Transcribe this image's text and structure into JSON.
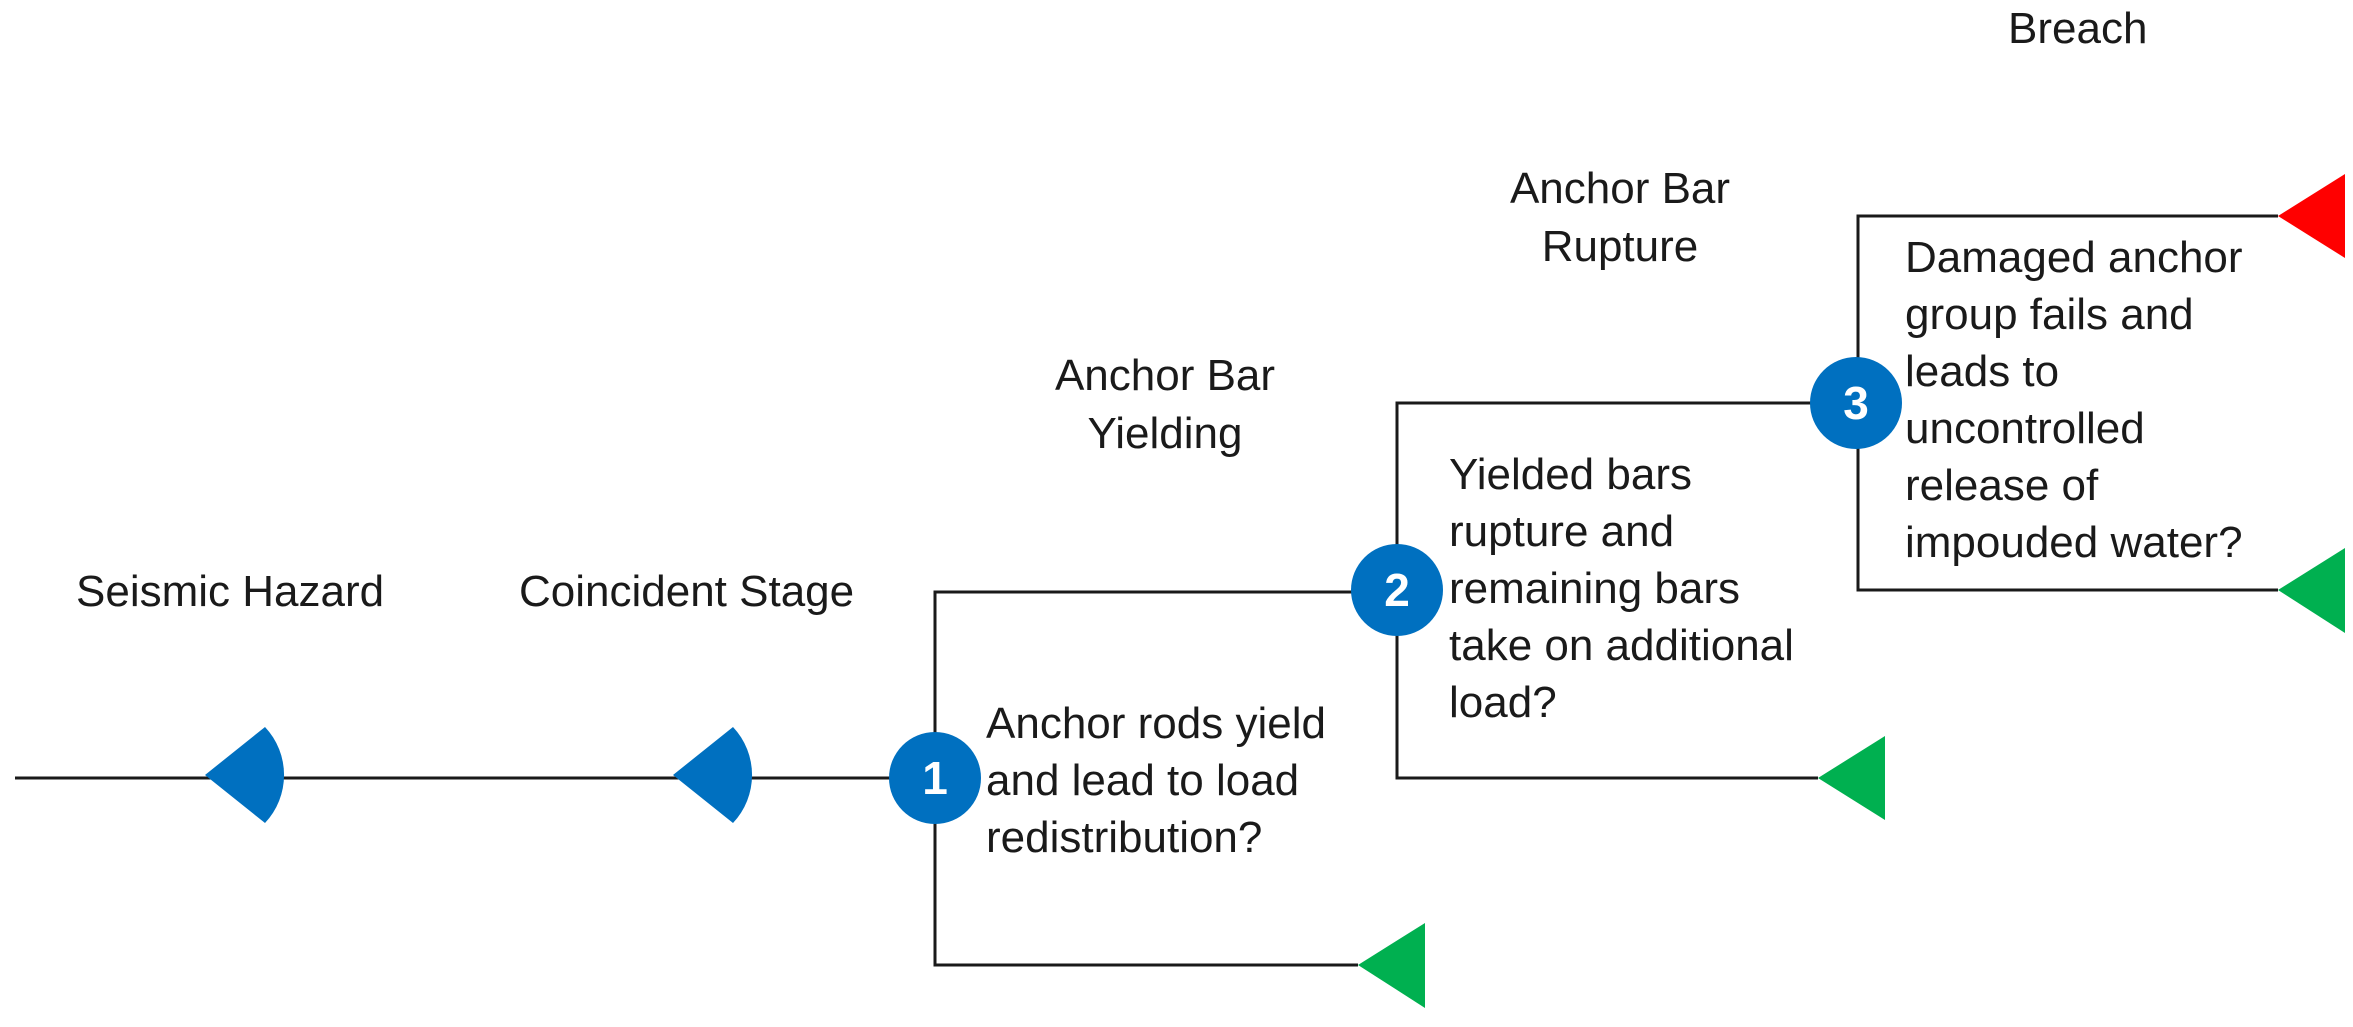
{
  "column_headers": {
    "seismic_hazard": "Seismic Hazard",
    "coincident_stage": "Coincident Stage",
    "anchor_bar_yielding": [
      "Anchor Bar",
      "Yielding"
    ],
    "anchor_bar_rupture": [
      "Anchor Bar",
      "Rupture"
    ],
    "breach": "Breach"
  },
  "nodes": [
    {
      "number": "1",
      "question": [
        "Anchor rods yield",
        "and lead to load",
        "redistribution?"
      ]
    },
    {
      "number": "2",
      "question": [
        "Yielded bars",
        "rupture and",
        "remaining bars",
        "take on additional",
        "load?"
      ]
    },
    {
      "number": "3",
      "question": [
        "Damaged anchor",
        "group fails and",
        "leads to",
        "uncontrolled",
        "release of",
        "impouded water?"
      ]
    }
  ],
  "colors": {
    "line": "#1a1a1a",
    "chance_node": "#0070c0",
    "terminal_success": "#00b050",
    "terminal_failure": "#ff0000",
    "node_text": "#ffffff"
  }
}
